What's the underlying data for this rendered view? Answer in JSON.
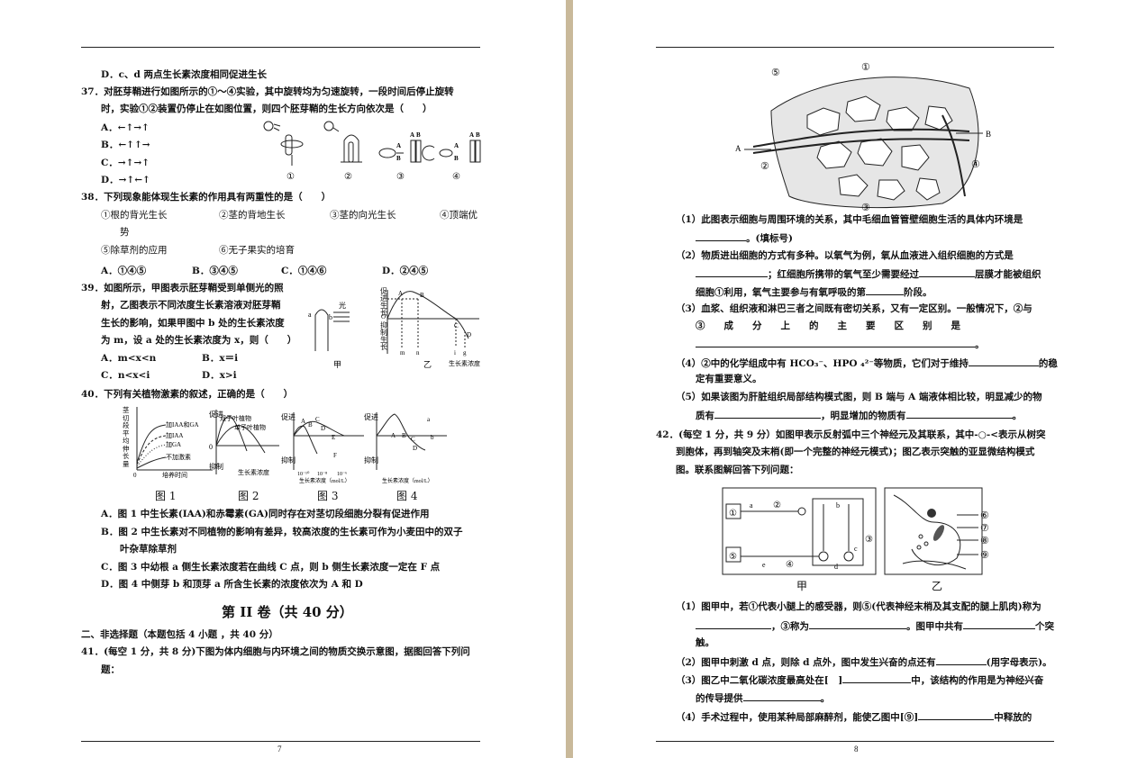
{
  "left_page": {
    "page_number": "7",
    "q36d": "D．c、d 两点生长素浓度相同促进生长",
    "q37": {
      "stem1": "37．对胚芽鞘进行如图所示的①～④实验，其中旋转均为匀速旋转，一段时间后停止旋转",
      "stem2": "时，实验①②装置仍停止在如图位置，则四个胚芽鞘的生长方向依次是（　　）",
      "options": [
        "A．←↑→↑",
        "B．←↑↑→",
        "C．→↑→↑",
        "D．→↑←↑"
      ],
      "fig_labels": [
        "①",
        "②",
        "③",
        "④"
      ],
      "ab": [
        "A",
        "B"
      ]
    },
    "q38": {
      "stem": "38．下列现象能体现生长素的作用具有两重性的是（　　）",
      "items": [
        "①根的背光生长",
        "②茎的背地生长",
        "③茎的向光生长",
        "④顶端优",
        "势",
        "⑤除草剂的应用",
        "⑥无子果实的培育"
      ],
      "options": [
        "A．①④⑤",
        "B．③④⑤",
        "C．①④⑥",
        "D．②④⑤"
      ]
    },
    "q39": {
      "lines": [
        "39．如图所示，甲图表示胚芽鞘受到单侧光的照",
        "射，乙图表示不同浓度生长素溶液对胚芽鞘",
        "生长的影响，如果甲图中 b 处的生长素浓度",
        "为 m，设 a 处的生长素浓度为 x，则（　　）"
      ],
      "options": [
        "A．m<x<n",
        "B．x＝i",
        "C．n<x<i",
        "D．x>i"
      ],
      "fig_jia": "甲",
      "fig_yi": "乙",
      "light": "光",
      "a": "a",
      "b": "b",
      "y_promote": "促进生长",
      "y_inhibit": "抑制生长",
      "origin": "O",
      "x_axis": "生长素浓度",
      "x_ticks": [
        "m",
        "n",
        "i",
        "g"
      ],
      "points": [
        "A",
        "B",
        "C",
        "D"
      ]
    },
    "q40": {
      "stem": "40．下列有关植物激素的叙述，正确的是（　　）",
      "fig1_y": "茎切段平均伸长量",
      "fig1_x": "培养时间",
      "fig1_legend": [
        "加IAA和GA",
        "加IAA",
        "加GA",
        "不加激素"
      ],
      "fig1_origin": "0",
      "fig2_y_top": "促进",
      "fig2_y_bot": "抑制",
      "fig2_legend": [
        "双子叶植物",
        "单子叶植物"
      ],
      "fig2_x": "生长素浓度",
      "fig2_origin": "0",
      "fig3_y_top": "促进",
      "fig3_y_bot": "抑制",
      "fig3_x": "生长素浓度（mol/L）",
      "fig3_points": [
        "A",
        "B",
        "C",
        "D",
        "E",
        "F"
      ],
      "fig3_ticks": [
        "10⁻¹⁰",
        "10⁻⁸",
        "10⁻⁶"
      ],
      "fig4_y_top": "促进",
      "fig4_y_bot": "抑制",
      "fig4_x": "生长素浓度（mol/L）",
      "fig4_points": [
        "A",
        "B",
        "C",
        "D",
        "a",
        "b"
      ],
      "captions": [
        "图 1",
        "图 2",
        "图 3",
        "图 4"
      ],
      "options": [
        "A．图 1 中生长素(IAA)和赤霉素(GA)同时存在对茎切段细胞分裂有促进作用",
        "B．图 2 中生长素对不同植物的影响有差异，较高浓度的生长素可作为小麦田中的双子",
        "叶杂草除草剂",
        "C．图 3 中幼根 a 侧生长素浓度若在曲线 C 点，则 b 侧生长素浓度一定在 F 点",
        "D．图 4 中侧芽 b 和顶芽 a 所含生长素的浓度依次为 A 和 D"
      ]
    },
    "section_title": "第 II 卷（共 40 分）",
    "section2": "二、非选择题（本题包括 4 小题 ，共 40 分）",
    "q41_stem1": "41．(每空 1 分，共 8 分)下图为体内细胞与内环境之间的物质交换示意图，据图回答下列问",
    "q41_stem2": "题："
  },
  "right_page": {
    "page_number": "8",
    "q41_fig_labels": [
      "①",
      "②",
      "③",
      "④",
      "⑤",
      "A",
      "B"
    ],
    "q41_parts": [
      "（1）此图表示细胞与周围环境的关系，其中毛细血管管壁细胞生活的具体内环境是",
      "。(填标号)",
      "（2）物质进出细胞的方式有多种。以氧气为例，氧从血液进入组织细胞的方式是",
      "；红细胞所携带的氧气至少需要经过",
      "层膜才能被组织",
      "细胞①利用，氧气主要参与有氧呼吸的第",
      "阶段。",
      "（3）血浆、组织液和淋巴三者之间既有密切关系，又有一定区别。一般情况下，②与",
      "③　　成　　分　　上　　的　　主　　要　　区　　别　　是",
      "。",
      "（4）②中的化学组成中有 HCO₃⁻、HPO ₄²⁻等物质，它们对于维持",
      "的稳",
      "定有重要意义。",
      "（5）如果该图为肝脏组织局部结构模式图，则 B 端与 A 端液体相比较，明显减少的物",
      "质有",
      "，明显增加的物质有",
      "。"
    ],
    "q42": {
      "stem1": "42．(每空 1 分，共 9 分）如图甲表示反射弧中三个神经元及其联系，其中-○-<表示从树突",
      "stem2": "到胞体，再到轴突及末梢(即一个完整的神经元模式)；图乙表示突触的亚显微结构模式",
      "stem3": "图。联系图解回答下列问题：",
      "fig_jia_labels": [
        "①",
        "a",
        "②",
        "b",
        "③",
        "⑤",
        "e",
        "④",
        "d",
        "c"
      ],
      "fig_yi_labels": [
        "⑥",
        "⑦",
        "⑧",
        "⑨"
      ],
      "cap_jia": "甲",
      "cap_yi": "乙",
      "parts": [
        "（1）图甲中，若①代表小腿上的感受器，则⑤(代表神经末梢及其支配的腿上肌肉)称为",
        "，③称为",
        "。图甲中共有",
        "个突",
        "触。",
        "（2）图甲中刺激 d 点，则除 d 点外，图中发生兴奋的点还有",
        "(用字母表示)。",
        "（3）图乙中二氧化碳浓度最高处在[　]",
        "中，该结构的作用是为神经兴奋",
        "的传导提供",
        "。",
        "（4）手术过程中，使用某种局部麻醉剂，能使乙图中[⑨]",
        "中释放的"
      ]
    }
  }
}
